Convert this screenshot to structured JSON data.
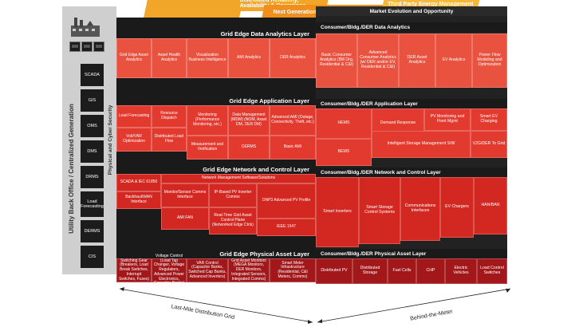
{
  "colors": {
    "banner": "#f1a62a",
    "analytics": "#e8523f",
    "application": "#e23a2e",
    "network": "#d32822",
    "asset": "#a1171a",
    "dark": "#1a1a1a"
  },
  "banners": [
    "Distributed Reliability, Availability & Operations",
    "Next Generation Utility Modernization",
    "Third Party Energy Management"
  ],
  "market_title": "Market Evolution and Opportunity",
  "side": {
    "title": "Utility Back Office / Centralized Generation",
    "security": "Physical and Cyber Security",
    "boxes": [
      "SCADA",
      "GIS",
      "OMS",
      "DMS",
      "DRMS",
      "Load Forecasting",
      "DERMS",
      "CIS"
    ]
  },
  "front": {
    "analytics": {
      "title": "Grid Edge Data Analytics Layer",
      "cells": [
        "Grid Edge Asset Analytics",
        "Asset Health Analytics",
        "Visualization Business Intelligence",
        "AMI Analytics",
        "DER Analytics"
      ]
    },
    "application": {
      "title": "Grid Edge Application Layer",
      "cells": [
        "Load Forecasting",
        "Resource Dispatch",
        "Monitoring (Performance Monitoring, etc.)",
        "Data Management (MDM) (NOM, Asset DM, DER DM)",
        "Advanced AMI (Outage, Connectivity, Theft, etc.)",
        "Volt/VAR Optimization",
        "Distributed Load Flow",
        "Measurement and Verification",
        "DERMS",
        "Basic AMI"
      ]
    },
    "network": {
      "title": "Grid Edge Network and Control Layer",
      "cells": [
        "SCADA & IEC 61850",
        "Network Management Software/Solutions",
        "Backhaul/WAN Interface",
        "Monitor/Sensor Comms Interface",
        "IP-Based PV Inverter Comms",
        "DNP3 Advanced PV Profile",
        "AMI FAN",
        "Real-Time Grid Asset Control Plane (Networked Edge Ctrls)",
        "IEEE 1547"
      ]
    },
    "asset": {
      "title": "Grid Edge Physical Asset Layer",
      "cells": [
        "Switching Gear (Breakers, Load Break Switches, Interrupt Switches, Fuses)",
        "Voltage Control (Load Tap Changer, Voltage Regulators, Advanced Power Electronics, Capacitor Banks)",
        "VAR Control (Capacitor Banks, Switched Cap Banks, Advanced Inverters)",
        "Grid Asset Monitors (MEGA Monitors, DER Monitors, Integrated Sensors, Integrated Comms)",
        "Smart Meter Infrastructure (Residential, C&I Meters, Comms)"
      ]
    }
  },
  "right": {
    "analytics": {
      "title": "Consumer/Bldg./DER Data Analytics",
      "cells": [
        "Basic Consumer Analytics (Bill Org, Residential & C&I)",
        "Advanced Consumer Analytics (w/ DER and/or EV, Residential & C&I)",
        "DER Asset Analytics",
        "EV Analytics",
        "Power Flow Modeling and Optimization"
      ]
    },
    "application": {
      "title": "Consumer/Bldg./DER Application Layer",
      "cells": [
        "HEMS",
        "Demand Response",
        "PV Monitoring and Fleet Mgmt",
        "Smart EV Charging",
        "BEMS",
        "Intelligent Storage Management S/W",
        "V2G/DER To Grid"
      ]
    },
    "network": {
      "title": "Consumer/Bldg./DER Network and Control Layer",
      "cells": [
        "Smart Inverters",
        "Smart Storage Control Systems",
        "Communications Interfaces",
        "EV Chargers",
        "HAN/BAN"
      ]
    },
    "asset": {
      "title": "Consumer/Bldg./DER Physical Asset Layer",
      "cells": [
        "Distributed PV",
        "Distributed Storage",
        "Fuel Cells",
        "CHP",
        "Electric Vehicles",
        "Load Control Switches"
      ]
    }
  },
  "axes": {
    "front": "Last-Mile Distribution Grid",
    "right": "Behind-the-Meter"
  }
}
